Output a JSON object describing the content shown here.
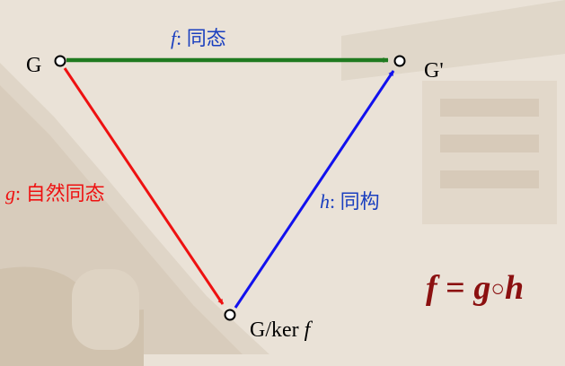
{
  "nodes": {
    "g": "G",
    "g_prime": "G'",
    "quotient_prefix": "G/ker ",
    "quotient_f": "f"
  },
  "arrows": {
    "f": {
      "symbol": "f",
      "sep": ": ",
      "text": "同态",
      "color": "#1f7a1f",
      "label_color": "#1a3fbf"
    },
    "g": {
      "symbol": "g",
      "sep": ": ",
      "text": "自然同态",
      "color": "#ee1111",
      "label_color": "#ee1111"
    },
    "h": {
      "symbol": "h",
      "sep": ": ",
      "text": "同构",
      "color": "#1111ee",
      "label_color": "#1a3fbf"
    }
  },
  "formula": {
    "lhs": "f",
    "eq": " = ",
    "g": "g",
    "op": "○",
    "h": "h",
    "color": "#8b1010"
  },
  "colors": {
    "background": "#e9e1d6",
    "node_stroke": "#000000",
    "node_fill": "#ffffff"
  }
}
